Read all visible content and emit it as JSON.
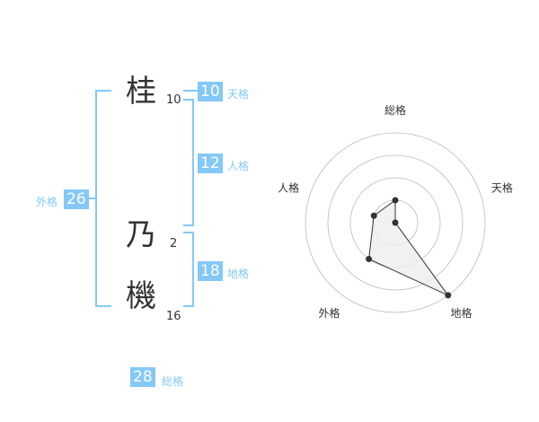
{
  "name": {
    "chars": [
      {
        "char": "桂",
        "strokes": "10"
      },
      {
        "char": "乃",
        "strokes": "2"
      },
      {
        "char": "機",
        "strokes": "16"
      }
    ]
  },
  "kakusu": {
    "tenkaku": {
      "label": "天格",
      "value": "10"
    },
    "jinkaku": {
      "label": "人格",
      "value": "12"
    },
    "chikaku": {
      "label": "地格",
      "value": "18"
    },
    "gaikaku": {
      "label": "外格",
      "value": "26"
    },
    "soukaku": {
      "label": "総格",
      "value": "28"
    }
  },
  "chart_data": {
    "type": "radar",
    "axes": [
      "総格",
      "天格",
      "地格",
      "外格",
      "人格"
    ],
    "values": [
      2,
      1,
      5,
      3,
      2
    ],
    "max": 5,
    "rings": 4,
    "colors": {
      "line": "#333333",
      "fill": "#eeeeee",
      "ring": "#bbbbbb",
      "point": "#333333"
    }
  }
}
